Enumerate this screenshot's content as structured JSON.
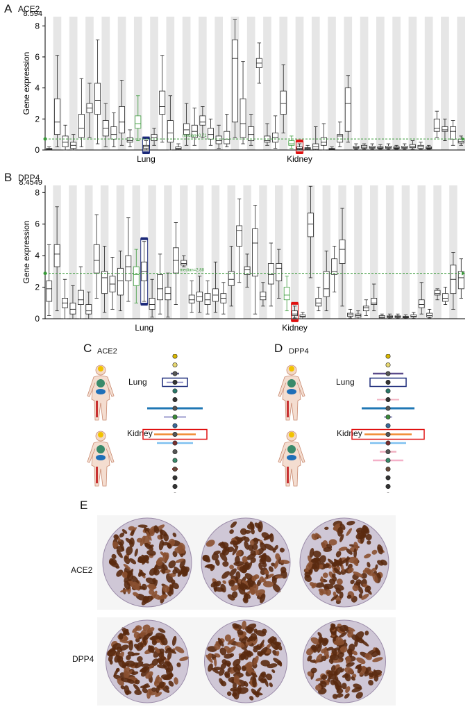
{
  "panels": {
    "A": {
      "letter": "A",
      "gene": "ACE2",
      "ymax_label": "8.594",
      "ylabel": "Gene expression",
      "median_label": "median=0.71",
      "tissue1": "Lung",
      "tissue2": "Kidney"
    },
    "B": {
      "letter": "B",
      "gene": "DPP4",
      "ymax_label": "8.4549",
      "ylabel": "Gene expression",
      "median_label": "median=2.88",
      "tissue1": "Lung",
      "tissue2": "Kidney"
    },
    "C": {
      "letter": "C",
      "gene": "ACE2",
      "lung": "Lung",
      "kidney": "Kidney"
    },
    "D": {
      "letter": "D",
      "gene": "DPP4",
      "lung": "Lung",
      "kidney": "Kidney"
    },
    "E": {
      "letter": "E",
      "row1": "ACE2",
      "row2": "DPP4"
    }
  },
  "colors": {
    "median": "#3a9a3a",
    "lung_box": "#1c2a7a",
    "kidney_box": "#e01010",
    "stripe": "#e6e6e6",
    "tissue_brown": "#5a2a10"
  },
  "chart_data": [
    {
      "type": "box",
      "title": "ACE2",
      "ylabel": "Gene expression",
      "ylim": [
        0,
        8.594
      ],
      "yticks": [
        0,
        2,
        4,
        6,
        8
      ],
      "median_line": 0.71,
      "highlight": {
        "Lung": 12,
        "Kidney": 31
      },
      "category_labels": {
        "12": "Lung",
        "31": "Kidney"
      },
      "boxes": [
        [
          0,
          0.02,
          0.05,
          0.1,
          0.2
        ],
        [
          0.2,
          1,
          1.8,
          3.3,
          6.1
        ],
        [
          0,
          0.2,
          0.5,
          0.9,
          1.6
        ],
        [
          0,
          0.1,
          0.3,
          0.5,
          1
        ],
        [
          0.2,
          0.8,
          1.4,
          2.3,
          4.6
        ],
        [
          0.8,
          2.4,
          2.7,
          3,
          4.3
        ],
        [
          0.4,
          2.3,
          3.2,
          4.3,
          7.1
        ],
        [
          0.2,
          0.9,
          1.4,
          1.9,
          3
        ],
        [
          0.2,
          0.7,
          1,
          1.5,
          2.4
        ],
        [
          0.3,
          1.1,
          1.8,
          2.8,
          4.5
        ],
        [
          0.2,
          0.5,
          0.6,
          0.8,
          1.3
        ],
        [
          0.6,
          1.4,
          1.7,
          2.2,
          3.5
        ],
        [
          0,
          0.1,
          0.2,
          0.3,
          0.6
        ],
        [
          0.3,
          0.6,
          0.8,
          1,
          1.4
        ],
        [
          0.5,
          2.3,
          2.8,
          3.8,
          6.1
        ],
        [
          0,
          0.5,
          1.1,
          1.9,
          3.5
        ],
        [
          0,
          0.05,
          0.1,
          0.2,
          0.4
        ],
        [
          0.3,
          1,
          1.3,
          1.7,
          3
        ],
        [
          0.3,
          0.8,
          1.2,
          1.6,
          2.7
        ],
        [
          0.8,
          1.6,
          1.8,
          2.2,
          2.8
        ],
        [
          0.3,
          0.7,
          1,
          1.4,
          2
        ],
        [
          0.1,
          0.4,
          0.6,
          0.9,
          1.6
        ],
        [
          0.2,
          0.4,
          0.7,
          1.2,
          2.3
        ],
        [
          0.8,
          1.8,
          5.9,
          7.1,
          8.4
        ],
        [
          0.4,
          0.8,
          1.7,
          3.3,
          5.7
        ],
        [
          0.3,
          0.6,
          1,
          1.5,
          2.3
        ],
        [
          4.3,
          5.3,
          5.6,
          5.9,
          6.9
        ],
        [
          0.3,
          0.5,
          0.6,
          0.9,
          1.7
        ],
        [
          0.1,
          0.5,
          0.8,
          1.1,
          2.2
        ],
        [
          1.1,
          2.3,
          3,
          3.8,
          5.5
        ],
        [
          0.1,
          0.3,
          0.4,
          0.6,
          0.9
        ],
        [
          0,
          0.05,
          0.1,
          0.2,
          0.4
        ],
        [
          0,
          0.05,
          0.08,
          0.15,
          0.3
        ],
        [
          0,
          0.05,
          0.2,
          0.4,
          1.5
        ],
        [
          0,
          0.3,
          0.5,
          0.8,
          1.7
        ],
        [
          0,
          0.03,
          0.06,
          0.1,
          0.2
        ],
        [
          0.2,
          0.5,
          0.9,
          1,
          1.8
        ],
        [
          0.5,
          1.2,
          3,
          4,
          4.8
        ],
        [
          0.05,
          0.1,
          0.15,
          0.25,
          0.4
        ],
        [
          0.05,
          0.12,
          0.18,
          0.3,
          0.4
        ],
        [
          0.05,
          0.1,
          0.15,
          0.25,
          0.4
        ],
        [
          0.05,
          0.1,
          0.12,
          0.2,
          0.35
        ],
        [
          0.05,
          0.1,
          0.15,
          0.25,
          0.4
        ],
        [
          0.05,
          0.08,
          0.12,
          0.2,
          0.3
        ],
        [
          0.05,
          0.1,
          0.15,
          0.25,
          0.4
        ],
        [
          0.05,
          0.15,
          0.25,
          0.35,
          0.6
        ],
        [
          0.05,
          0.1,
          0.2,
          0.3,
          0.5
        ],
        [
          0.05,
          0.08,
          0.12,
          0.2,
          0.3
        ],
        [
          0.8,
          1.2,
          1.4,
          2,
          2.5
        ],
        [
          0.6,
          1.2,
          1.3,
          1.5,
          2
        ],
        [
          0.3,
          0.7,
          1.2,
          1.5,
          1.9
        ],
        [
          0.3,
          0.45,
          0.55,
          0.7,
          0.9
        ]
      ]
    },
    {
      "type": "box",
      "title": "DPP4",
      "ylabel": "Gene expression",
      "ylim": [
        0,
        8.4549
      ],
      "yticks": [
        0,
        2,
        4,
        6,
        8
      ],
      "median_line": 2.88,
      "highlight": {
        "Lung": 12,
        "Kidney": 31
      },
      "category_labels": {
        "12": "Lung",
        "31": "Kidney"
      },
      "boxes": [
        [
          0.2,
          1.1,
          1.9,
          2.4,
          4.7
        ],
        [
          0.5,
          3.3,
          4.1,
          4.7,
          7.1
        ],
        [
          0,
          0.7,
          1,
          1.3,
          2.5
        ],
        [
          0,
          0.3,
          0.6,
          1,
          2.1
        ],
        [
          0,
          0.9,
          1.2,
          1.8,
          3.3
        ],
        [
          0,
          0.3,
          0.5,
          0.9,
          1.7
        ],
        [
          1.3,
          2.9,
          3.7,
          4.7,
          6.6
        ],
        [
          0.4,
          1.6,
          2.6,
          3,
          4.6
        ],
        [
          0.6,
          1.7,
          2.2,
          2.7,
          3.9
        ],
        [
          0.5,
          1.5,
          2.4,
          3.2,
          4.3
        ],
        [
          1.1,
          2.4,
          3.3,
          4,
          6.4
        ],
        [
          1,
          2.1,
          2.8,
          3.3,
          4.4
        ],
        [
          1.1,
          2.4,
          3,
          3.6,
          4.9
        ],
        [
          0.1,
          0.6,
          0.9,
          1.3,
          2.5
        ],
        [
          0.3,
          1.2,
          1.9,
          2.8,
          4.1
        ],
        [
          0.1,
          1.2,
          1.6,
          2,
          2.9
        ],
        [
          0.9,
          2.9,
          3.7,
          4.5,
          6.1
        ],
        [
          3.3,
          3.4,
          3.5,
          3.7,
          4
        ],
        [
          0.4,
          1,
          1.2,
          1.5,
          2.4
        ],
        [
          0.4,
          1.1,
          1.4,
          1.7,
          2.7
        ],
        [
          0.3,
          0.9,
          1.2,
          1.6,
          2.4
        ],
        [
          0.4,
          1.1,
          1.5,
          1.9,
          3.6
        ],
        [
          0.3,
          1,
          1.3,
          1.6,
          2.3
        ],
        [
          0.8,
          2.1,
          2.5,
          3,
          4.6
        ],
        [
          2.3,
          4.6,
          5.6,
          5.9,
          7.6
        ],
        [
          2,
          2.8,
          3.1,
          3.3,
          4.1
        ],
        [
          0.3,
          2.7,
          4.8,
          5.7,
          7.2
        ],
        [
          0.8,
          1.2,
          1.4,
          1.7,
          2.3
        ],
        [
          0.8,
          2.2,
          2.8,
          3.5,
          4.8
        ],
        [
          1.3,
          2.4,
          3.2,
          3.5,
          4.4
        ],
        [
          0.5,
          1.2,
          1.5,
          2,
          2.7
        ],
        [
          0.05,
          0.2,
          0.3,
          0.5,
          0.8
        ],
        [
          0,
          0.1,
          0.15,
          0.25,
          0.4
        ],
        [
          2.6,
          5.2,
          6,
          6.7,
          8.4
        ],
        [
          0.5,
          0.8,
          1,
          1.3,
          2
        ],
        [
          0.5,
          1.4,
          1.9,
          3,
          4.3
        ],
        [
          1.7,
          2.8,
          3,
          3.8,
          4.6
        ],
        [
          0.8,
          3.5,
          4.4,
          5,
          7
        ],
        [
          0.05,
          0.15,
          0.25,
          0.35,
          0.6
        ],
        [
          0,
          0.1,
          0.2,
          0.3,
          0.5
        ],
        [
          0.2,
          0.5,
          0.7,
          0.8,
          1.2
        ],
        [
          0.5,
          0.9,
          1,
          1.3,
          2.2
        ],
        [
          0,
          0.05,
          0.1,
          0.2,
          0.3
        ],
        [
          0.02,
          0.08,
          0.12,
          0.18,
          0.3
        ],
        [
          0.02,
          0.08,
          0.12,
          0.18,
          0.3
        ],
        [
          0.02,
          0.06,
          0.1,
          0.15,
          0.25
        ],
        [
          0.02,
          0.1,
          0.15,
          0.25,
          0.4
        ],
        [
          0.3,
          0.7,
          0.9,
          1.2,
          2.3
        ],
        [
          0.05,
          0.1,
          0.2,
          0.35,
          0.6
        ],
        [
          1.2,
          1.5,
          1.6,
          1.8,
          1.9
        ],
        [
          0.9,
          1.1,
          1.3,
          1.6,
          2
        ],
        [
          0.6,
          1.6,
          2.5,
          3.4,
          4.2
        ],
        [
          1.3,
          1.9,
          2.6,
          3,
          3.8
        ]
      ]
    }
  ]
}
